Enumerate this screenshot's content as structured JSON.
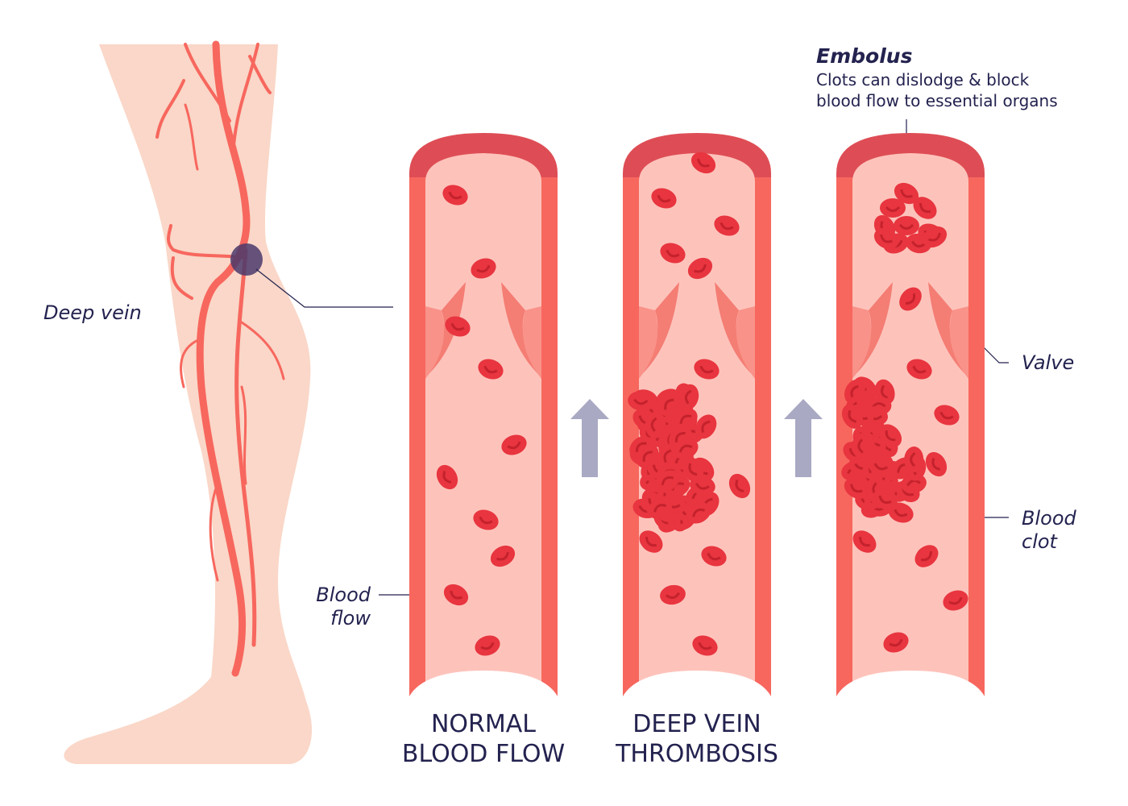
{
  "labels": {
    "deep_vein": "Deep vein",
    "blood_flow_line1": "Blood",
    "blood_flow_line2": "flow",
    "valve": "Valve",
    "blood_clot_line1": "Blood",
    "blood_clot_line2": "clot",
    "embolus_title": "Embolus",
    "embolus_desc_line1": "Clots can dislodge & block",
    "embolus_desc_line2": "blood flow to essential organs"
  },
  "captions": {
    "normal_line1": "NORMAL",
    "normal_line2": "BLOOD FLOW",
    "dvt_line1": "DEEP VEIN",
    "dvt_line2": "THROMBOSIS"
  },
  "colors": {
    "skin": "#fad7c8",
    "vein_wall": "#f7675e",
    "vein_top": "#de4d55",
    "vein_inner": "#fdc3bb",
    "cell": "#e8353f",
    "text": "#23224f",
    "arrow": "#a9a9c4"
  }
}
